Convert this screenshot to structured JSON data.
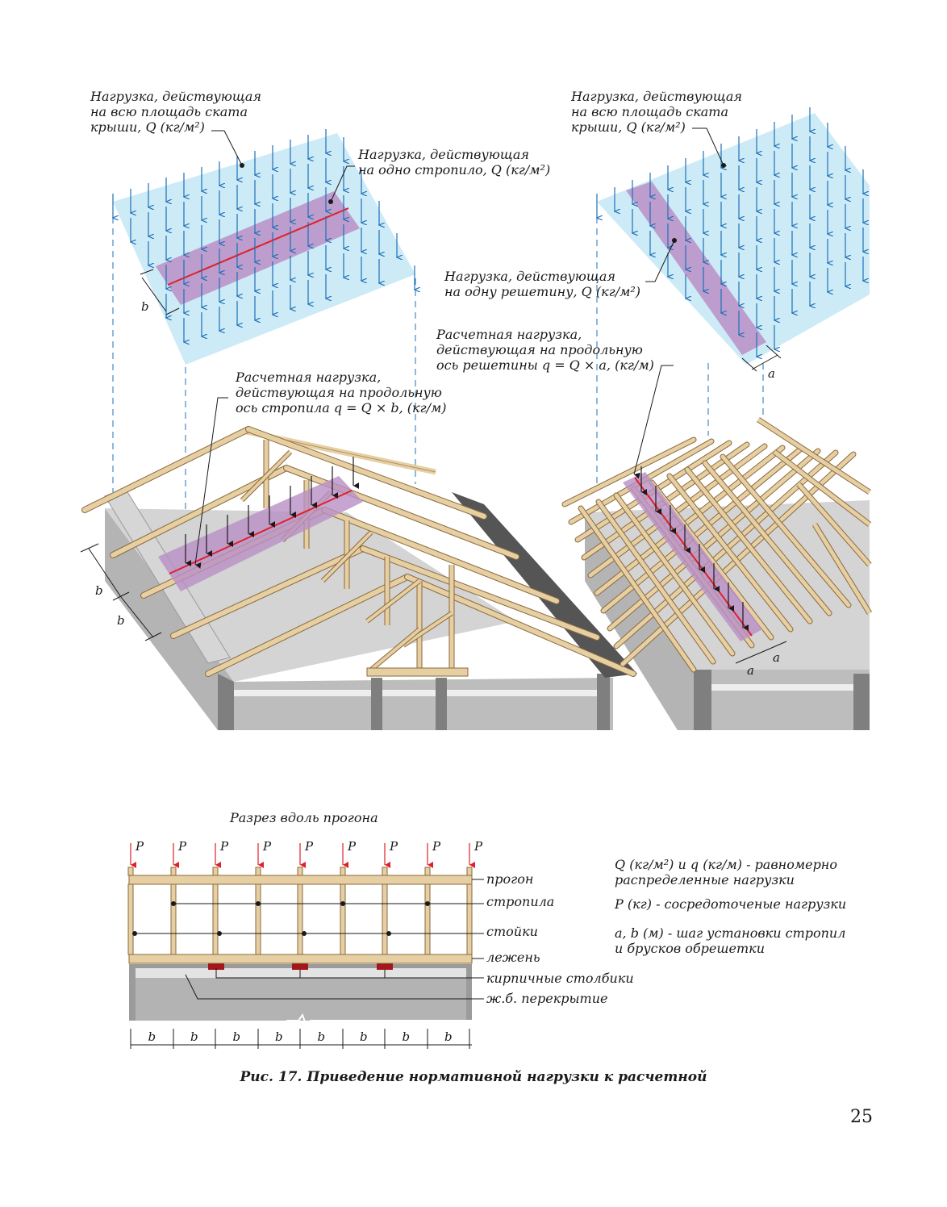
{
  "labels": {
    "left_load_area": "Нагрузка, действующая\nна всю площадь ската\nкрыши, Q (кг/м²)",
    "left_load_rafter": "Нагрузка, действующая\nна одно стропило, Q (кг/м²)",
    "left_design_load": "Расчетная нагрузка,\nдействующая на продольную\nось стропила q = Q × b, (кг/м)",
    "right_load_area": "Нагрузка, действующая\nна всю площадь ската\nкрыши, Q (кг/м²)",
    "right_load_batten": "Нагрузка, действующая\nна одну решетину, Q (кг/м²)",
    "right_design_load": "Расчетная нагрузка,\nдействующая на продольную\nось решетины q = Q × a, (кг/м)"
  },
  "dims": {
    "b": "b",
    "a": "a",
    "p": "P"
  },
  "section": {
    "title": "Разрез вдоль прогона",
    "parts": {
      "purlin": "прогон",
      "rafters": "стропила",
      "posts": "стойки",
      "sill": "лежень",
      "brick": "кирпичные столбики",
      "slab": "ж.б. перекрытие"
    }
  },
  "legend": {
    "line1": "Q (кг/м²) и q (кг/м) - равномерно\nраспределенные нагрузки",
    "line2": "P (кг) - сосредоточеные нагрузки",
    "line3": "a, b (м) - шаг установки стропил\nи брусков обрешетки"
  },
  "caption": "Рис. 17. Приведение нормативной нагрузки к расчетной",
  "page_number": "25",
  "colors": {
    "load_area": "#cdebf7",
    "load_strip": "#b98fc6",
    "arrow": "#1d70b8",
    "timber": "#e6cfa3",
    "timber_edge": "#8a6a3d",
    "concrete": "#cfcfcf",
    "concrete_dark": "#8c8c8c",
    "accent_red": "#e0202a",
    "brick": "#a3161c"
  }
}
